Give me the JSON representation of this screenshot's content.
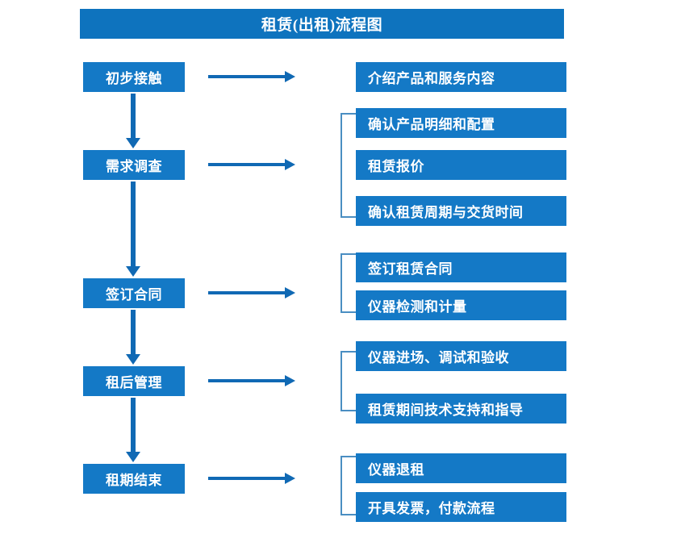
{
  "diagram": {
    "title": "租赁(出租)流程图",
    "colors": {
      "title_bar": "#0e73be",
      "box_fill": "#1479c6",
      "box_text": "#ffffff",
      "arrow": "#1069b4",
      "bracket": "#4a8ec2",
      "background": "#ffffff"
    },
    "stages": [
      {
        "label": "初步接触"
      },
      {
        "label": "需求调查"
      },
      {
        "label": "签订合同"
      },
      {
        "label": "租后管理"
      },
      {
        "label": "租期结束"
      }
    ],
    "details": [
      {
        "label": "介绍产品和服务内容"
      },
      {
        "label": "确认产品明细和配置"
      },
      {
        "label": "租赁报价"
      },
      {
        "label": "确认租赁周期与交货时间"
      },
      {
        "label": "签订租赁合同"
      },
      {
        "label": "仪器检测和计量"
      },
      {
        "label": "仪器进场、调试和验收"
      },
      {
        "label": "租赁期间技术支持和指导"
      },
      {
        "label": "仪器退租"
      },
      {
        "label": "开具发票，付款流程"
      }
    ],
    "groups": [
      {
        "stage": "初步接触",
        "items": [
          "介绍产品和服务内容"
        ],
        "bracketed": false
      },
      {
        "stage": "需求调查",
        "items": [
          "确认产品明细和配置",
          "租赁报价",
          "确认租赁周期与交货时间"
        ],
        "bracketed": true
      },
      {
        "stage": "签订合同",
        "items": [
          "签订租赁合同",
          "仪器检测和计量"
        ],
        "bracketed": true
      },
      {
        "stage": "租后管理",
        "items": [
          "仪器进场、调试和验收",
          "租赁期间技术支持和指导"
        ],
        "bracketed": true
      },
      {
        "stage": "租期结束",
        "items": [
          "仪器退租",
          "开具发票，付款流程"
        ],
        "bracketed": true
      }
    ],
    "flow_order": [
      "初步接触",
      "需求调查",
      "签订合同",
      "租后管理",
      "租期结束"
    ]
  }
}
